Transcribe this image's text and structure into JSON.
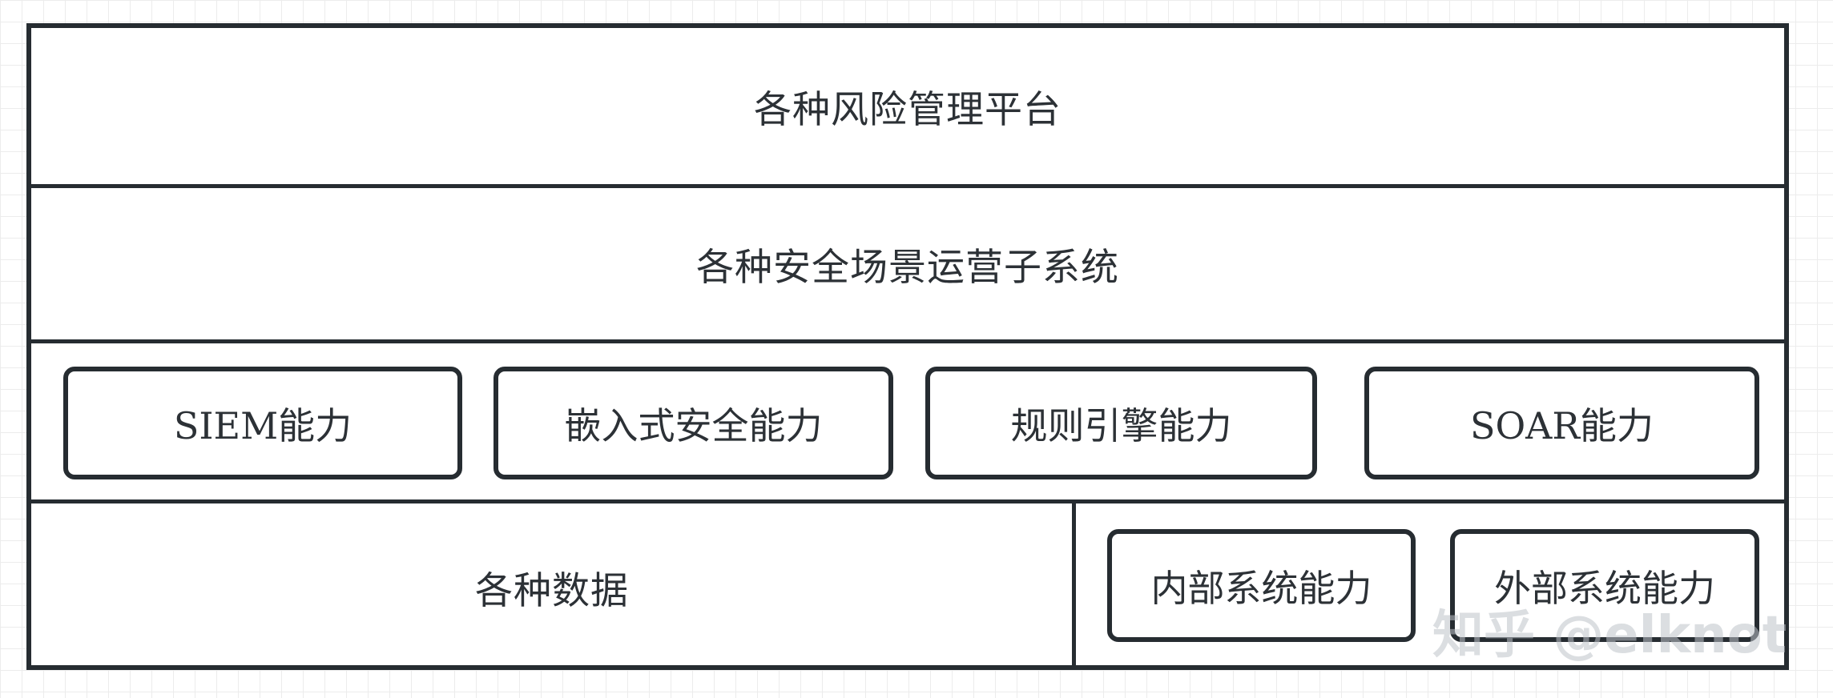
{
  "layers": {
    "risk_platform": "各种风险管理平台",
    "scenario_subsystem": "各种安全场景运营子系统",
    "data": "各种数据"
  },
  "capabilities": [
    {
      "label": "SIEM能力"
    },
    {
      "label": "嵌入式安全能力"
    },
    {
      "label": "规则引擎能力"
    },
    {
      "label": "SOAR能力"
    }
  ],
  "systems": [
    {
      "label": "内部系统能力"
    },
    {
      "label": "外部系统能力"
    }
  ],
  "watermark": "知乎 @elknot"
}
